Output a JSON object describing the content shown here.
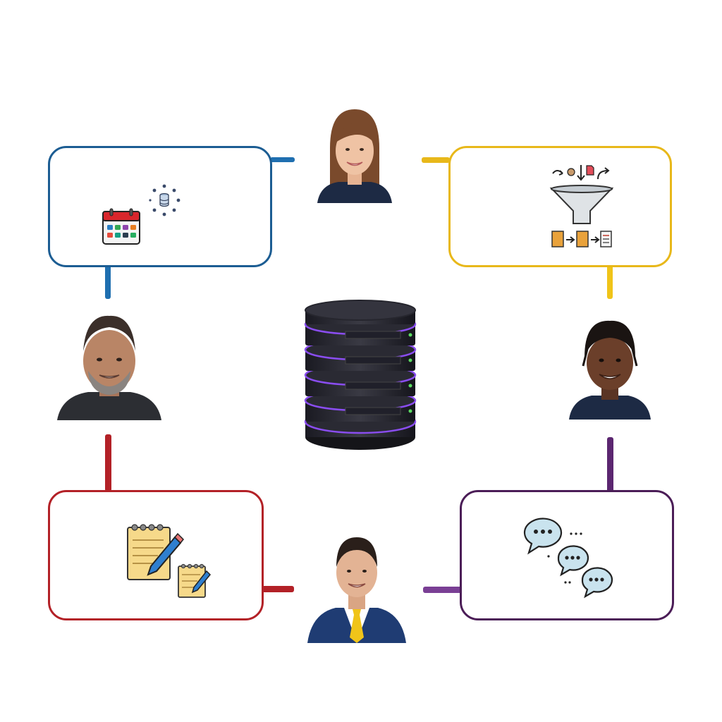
{
  "colors": {
    "blue": "#1c5d93",
    "yellow": "#e8b81a",
    "red": "#b32127",
    "purple": "#4b1d57",
    "purple_stub": "#7a3f95"
  },
  "nodes": [
    {
      "id": "top-left-box",
      "color": "blue",
      "icon": "calendar-database-icon"
    },
    {
      "id": "top-right-box",
      "color": "yellow",
      "icon": "funnel-filter-icon"
    },
    {
      "id": "bottom-left-box",
      "color": "red",
      "icon": "notepad-pencil-icon"
    },
    {
      "id": "bottom-right-box",
      "color": "purple",
      "icon": "chat-bubbles-icon"
    }
  ],
  "people": [
    "person-top",
    "person-left",
    "person-right",
    "person-bottom"
  ],
  "center": {
    "icon": "database-server-icon"
  }
}
